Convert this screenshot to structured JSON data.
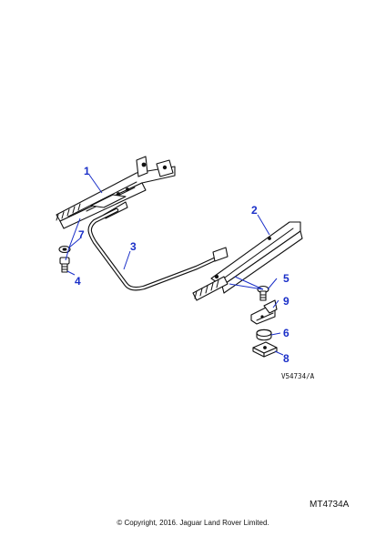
{
  "diagram": {
    "callouts": [
      "1",
      "2",
      "3",
      "4",
      "5",
      "6",
      "7",
      "8",
      "9"
    ],
    "drawing_ref": "V54734/A"
  },
  "footer": {
    "illustration_code": "MT4734A",
    "copyright": "© Copyright, 2016. Jaguar Land Rover Limited."
  }
}
